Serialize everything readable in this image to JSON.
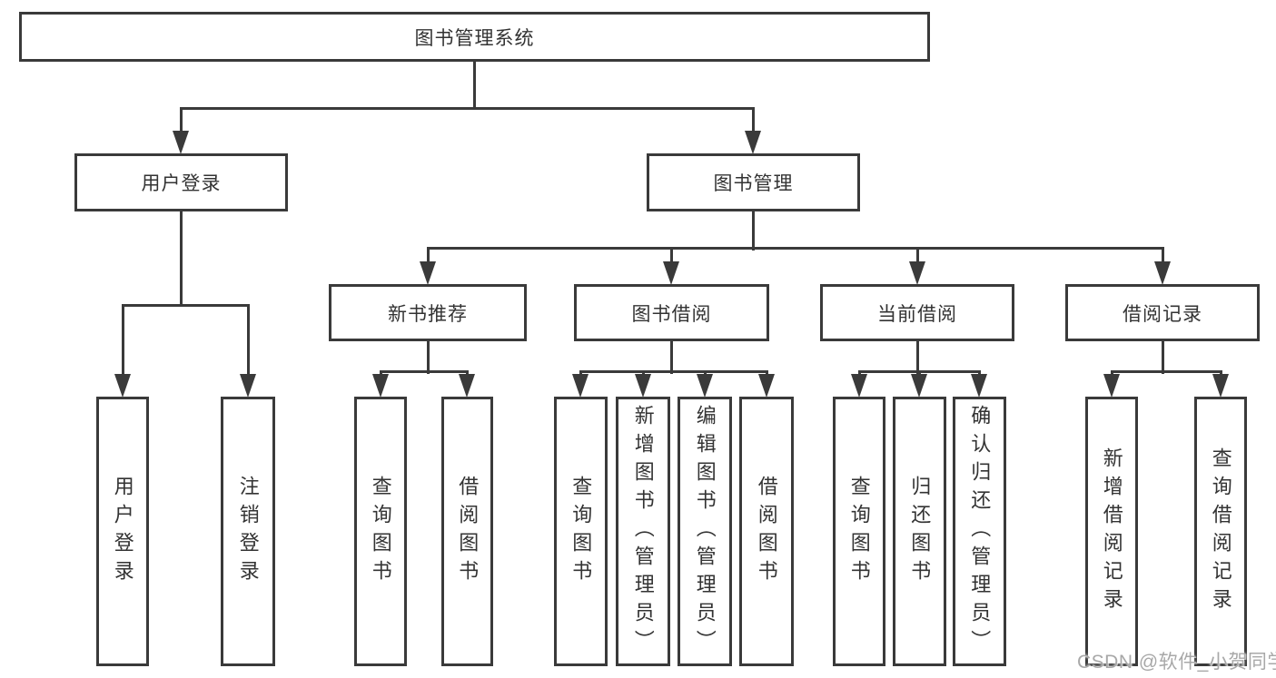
{
  "diagram": {
    "root": {
      "label": "图书管理系统"
    },
    "level1": [
      {
        "label": "用户登录"
      },
      {
        "label": "图书管理"
      }
    ],
    "level2": [
      {
        "label": "新书推荐"
      },
      {
        "label": "图书借阅"
      },
      {
        "label": "当前借阅"
      },
      {
        "label": "借阅记录"
      }
    ],
    "leaves": {
      "user_login": [
        "用户登录",
        "注销登录"
      ],
      "new_book_recommend": [
        "查询图书",
        "借阅图书"
      ],
      "book_borrow": [
        "查询图书",
        "新增图书（管理员）",
        "编辑图书（管理员）",
        "借阅图书"
      ],
      "current_borrow": [
        "查询图书",
        "归还图书",
        "确认归还（管理员）"
      ],
      "borrow_records": [
        "新增借阅记录",
        "查询借阅记录"
      ]
    }
  },
  "watermark": {
    "text": "CSDN @软件_小贺同学"
  },
  "colors": {
    "line": "#3a3a3a",
    "text": "#333333",
    "watermark": "#a8a8a8",
    "background": "#ffffff"
  }
}
